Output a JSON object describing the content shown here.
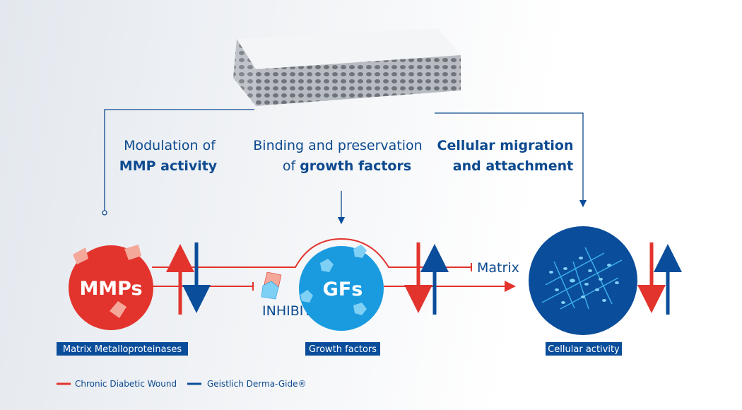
{
  "headings": {
    "mmp": {
      "line1": "Modulation of",
      "line2": "MMP activity"
    },
    "gf": {
      "line1": "Binding and preservation",
      "line2_prefix": "of ",
      "line2_bold": "growth factors"
    },
    "cell": {
      "line1": "Cellular migration",
      "line2": "and attachment"
    }
  },
  "nodes": {
    "mmps": {
      "title": "MMPs",
      "label": "Matrix Metalloproteinases"
    },
    "gfs": {
      "title": "GFs",
      "label": "Growth factors"
    },
    "cell": {
      "label": "Cellular activity"
    }
  },
  "annotations": {
    "inhibit": "INHIBIT",
    "matrix": "Matrix"
  },
  "legend": [
    {
      "label": "Chronic Diabetic Wound",
      "color": "#e2342d"
    },
    {
      "label": "Geistlich Derma-Gide®",
      "color": "#0a4d9a"
    }
  ],
  "colors": {
    "red": "#e2342d",
    "blue": "#0a4d9a",
    "light_blue": "#1a9be0",
    "text": "#0d4a8f"
  }
}
